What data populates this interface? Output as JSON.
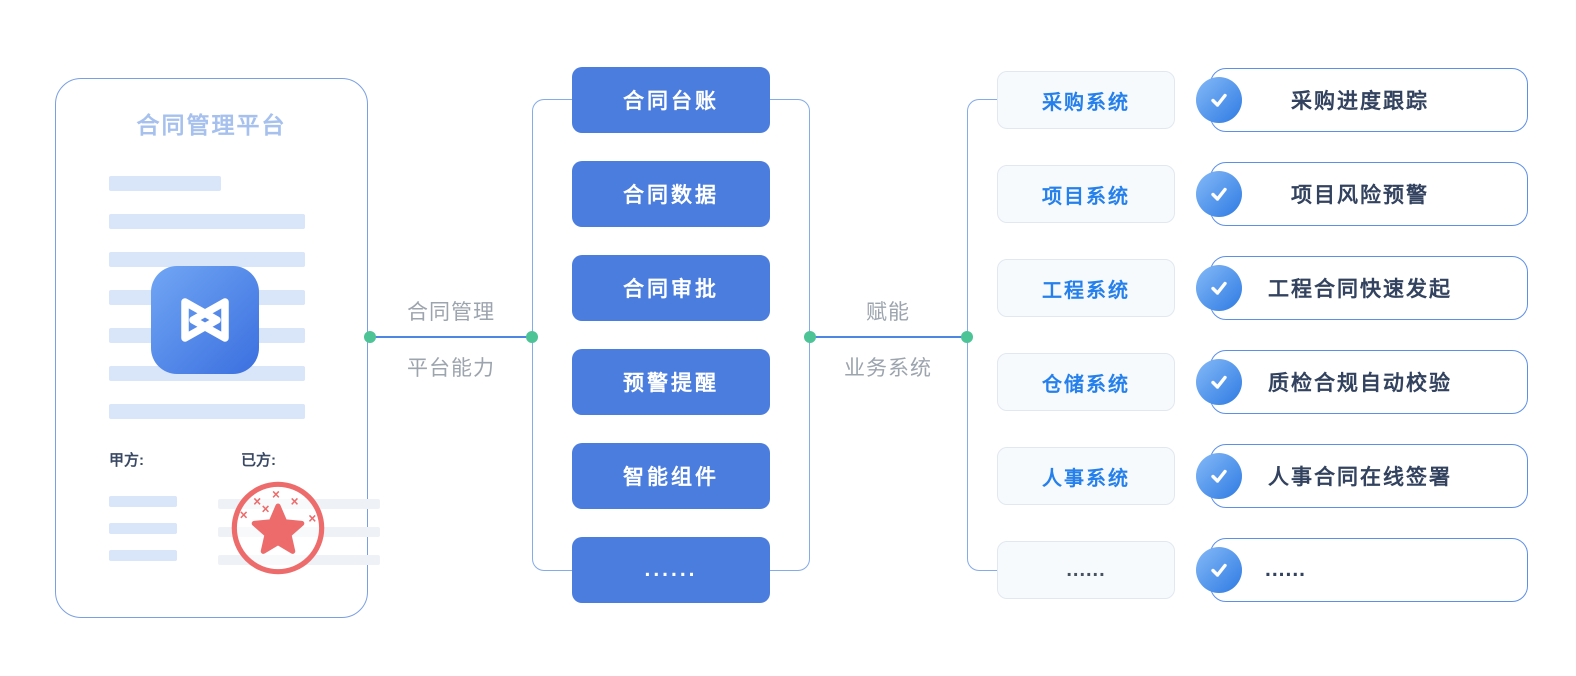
{
  "colors": {
    "capability_button_blue": "#4A7DDE",
    "system_text_blue": "#2680EB",
    "outcome_border_blue": "#5E8FE8",
    "connector_node_green": "#4CC496",
    "seal_red": "#ED6B6B",
    "card_border_blue": "#7BA0E2",
    "doc_line_blue": "#D9E5F8"
  },
  "platform_card": {
    "title": "合同管理平台",
    "party_a_label": "甲方:",
    "party_b_label": "已方:",
    "app_icon": "link-bowtie-app-icon",
    "seal_icon": "red-star-seal-stamp"
  },
  "connector_left": {
    "label_line1": "合同管理",
    "label_line2": "平台能力"
  },
  "connector_right": {
    "label_line1": "赋能",
    "label_line2": "业务系统"
  },
  "capabilities": {
    "items": [
      "合同台账",
      "合同数据",
      "合同审批",
      "预警提醒",
      "智能组件",
      "......"
    ]
  },
  "systems": {
    "items": [
      "采购系统",
      "项目系统",
      "工程系统",
      "仓储系统",
      "人事系统",
      "......"
    ]
  },
  "outcomes": {
    "check_icon": "check-icon",
    "items": [
      "采购进度跟踪",
      "项目风险预警",
      "工程合同快速发起",
      "质检合规自动校验",
      "人事合同在线签署",
      "......"
    ]
  }
}
